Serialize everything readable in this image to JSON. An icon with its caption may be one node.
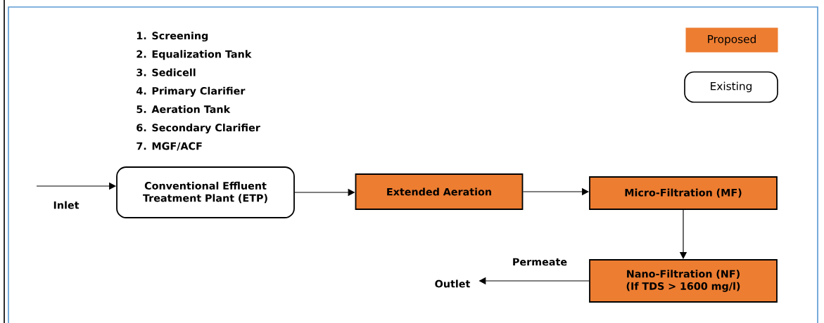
{
  "diagram": {
    "nodes": [
      {
        "text": [
          "Conventional Effluent Treatment Plant (ETP)"
        ]
      },
      {
        "text": [
          "Extended Aeration"
        ]
      },
      {
        "text": [
          "Micro-Filtration (MF)"
        ]
      },
      {
        "text": [
          "Nano-Filtration (NF) (If TDS > 1600 mg/l)"
        ]
      },
      {
        "text": [
          "Outlet"
        ]
      }
    ],
    "edges": [
      {
        "from": null,
        "to": 0,
        "arrow": "to",
        "label": "Inlet"
      },
      {
        "from": 0,
        "to": 1,
        "arrow": "to"
      },
      {
        "from": 1,
        "to": 2,
        "arrow": "to"
      },
      {
        "from": 2,
        "to": 3,
        "arrow": "to"
      },
      {
        "from": 3,
        "to": 4,
        "arrow": "to",
        "label": "Permeate"
      }
    ],
    "labels": [
      "1. Screening",
      "2. Equalization Tank",
      "3. Sedicell",
      "4. Primary Clarifier",
      "5. Aeration Tank",
      "6. Secondary Clarifier",
      "7. MGF/ACF"
    ],
    "legend": [
      {
        "text": "Proposed",
        "color": "#ed7d31"
      },
      {
        "text": "Existing"
      }
    ]
  }
}
